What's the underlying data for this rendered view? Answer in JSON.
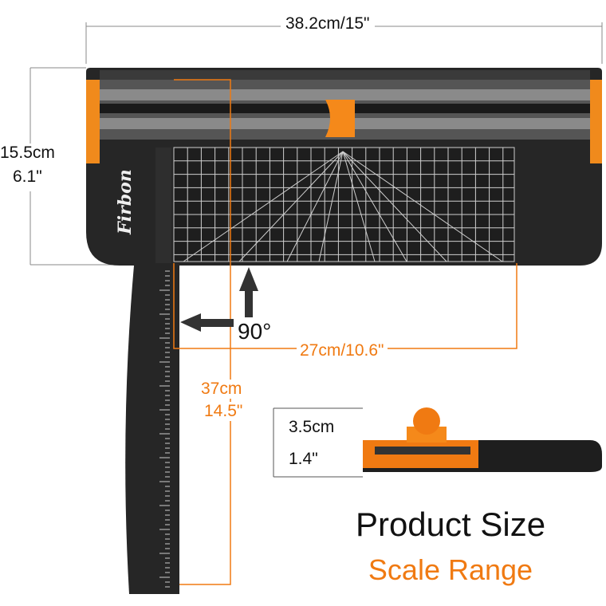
{
  "product": {
    "brand": "Firbon",
    "width_label": "38.2cm/15\"",
    "height_label_cm": "15.5cm",
    "height_label_in": "6.1\"",
    "angle_label": "90°",
    "cut_length_label": "27cm/10.6\"",
    "arm_length_cm": "37cm",
    "arm_length_in": "14.5\"",
    "thickness_cm": "3.5cm",
    "thickness_in": "1.4\""
  },
  "caption": {
    "title": "Product Size",
    "subtitle": "Scale Range"
  },
  "colors": {
    "accent": "#f07a12",
    "body": "#262626",
    "grid": "#d8d8d8"
  }
}
